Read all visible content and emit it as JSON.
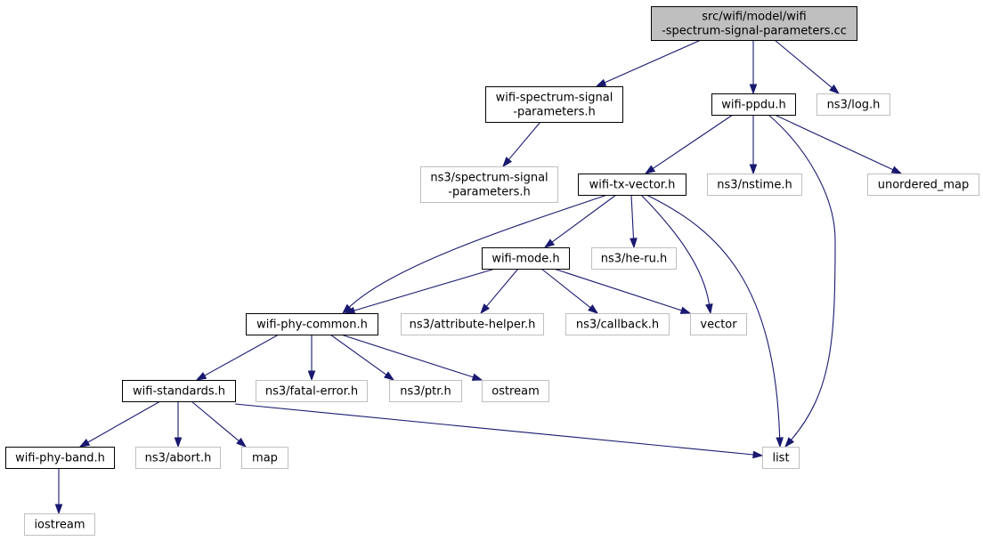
{
  "graph": {
    "nodes": [
      {
        "id": "root",
        "kind": "root",
        "lines": [
          "src/wifi/model/wifi",
          "-spectrum-signal-parameters.cc"
        ]
      },
      {
        "id": "wssp_h",
        "kind": "local",
        "lines": [
          "wifi-spectrum-signal",
          "-parameters.h"
        ]
      },
      {
        "id": "wifi_ppdu",
        "kind": "local",
        "lines": [
          "wifi-ppdu.h"
        ]
      },
      {
        "id": "ns3_log",
        "kind": "ext",
        "lines": [
          "ns3/log.h"
        ]
      },
      {
        "id": "ns3_ssp",
        "kind": "ext",
        "lines": [
          "ns3/spectrum-signal",
          "-parameters.h"
        ]
      },
      {
        "id": "wifi_txv",
        "kind": "local",
        "lines": [
          "wifi-tx-vector.h"
        ]
      },
      {
        "id": "ns3_nstime",
        "kind": "ext",
        "lines": [
          "ns3/nstime.h"
        ]
      },
      {
        "id": "unordered_map",
        "kind": "ext",
        "lines": [
          "unordered_map"
        ]
      },
      {
        "id": "wifi_mode",
        "kind": "local",
        "lines": [
          "wifi-mode.h"
        ]
      },
      {
        "id": "ns3_heru",
        "kind": "ext",
        "lines": [
          "ns3/he-ru.h"
        ]
      },
      {
        "id": "wifi_phy_common",
        "kind": "local",
        "lines": [
          "wifi-phy-common.h"
        ]
      },
      {
        "id": "ns3_attr",
        "kind": "ext",
        "lines": [
          "ns3/attribute-helper.h"
        ]
      },
      {
        "id": "ns3_callback",
        "kind": "ext",
        "lines": [
          "ns3/callback.h"
        ]
      },
      {
        "id": "vector",
        "kind": "ext",
        "lines": [
          "vector"
        ]
      },
      {
        "id": "wifi_standards",
        "kind": "local",
        "lines": [
          "wifi-standards.h"
        ]
      },
      {
        "id": "ns3_fatal",
        "kind": "ext",
        "lines": [
          "ns3/fatal-error.h"
        ]
      },
      {
        "id": "ns3_ptr",
        "kind": "ext",
        "lines": [
          "ns3/ptr.h"
        ]
      },
      {
        "id": "ostream",
        "kind": "ext",
        "lines": [
          "ostream"
        ]
      },
      {
        "id": "wifi_phy_band",
        "kind": "local",
        "lines": [
          "wifi-phy-band.h"
        ]
      },
      {
        "id": "ns3_abort",
        "kind": "ext",
        "lines": [
          "ns3/abort.h"
        ]
      },
      {
        "id": "map",
        "kind": "ext",
        "lines": [
          "map"
        ]
      },
      {
        "id": "list",
        "kind": "ext",
        "lines": [
          "list"
        ]
      },
      {
        "id": "iostream",
        "kind": "ext",
        "lines": [
          "iostream"
        ]
      }
    ],
    "edges": [
      [
        "root",
        "wssp_h"
      ],
      [
        "root",
        "wifi_ppdu"
      ],
      [
        "root",
        "ns3_log"
      ],
      [
        "wssp_h",
        "ns3_ssp"
      ],
      [
        "wifi_ppdu",
        "wifi_txv"
      ],
      [
        "wifi_ppdu",
        "ns3_nstime"
      ],
      [
        "wifi_ppdu",
        "unordered_map"
      ],
      [
        "wifi_ppdu",
        "list"
      ],
      [
        "wifi_txv",
        "wifi_mode"
      ],
      [
        "wifi_txv",
        "ns3_heru"
      ],
      [
        "wifi_txv",
        "wifi_phy_common"
      ],
      [
        "wifi_txv",
        "vector"
      ],
      [
        "wifi_txv",
        "list"
      ],
      [
        "wifi_mode",
        "wifi_phy_common"
      ],
      [
        "wifi_mode",
        "ns3_attr"
      ],
      [
        "wifi_mode",
        "ns3_callback"
      ],
      [
        "wifi_mode",
        "vector"
      ],
      [
        "wifi_phy_common",
        "wifi_standards"
      ],
      [
        "wifi_phy_common",
        "ns3_fatal"
      ],
      [
        "wifi_phy_common",
        "ns3_ptr"
      ],
      [
        "wifi_phy_common",
        "ostream"
      ],
      [
        "wifi_standards",
        "wifi_phy_band"
      ],
      [
        "wifi_standards",
        "ns3_abort"
      ],
      [
        "wifi_standards",
        "map"
      ],
      [
        "wifi_standards",
        "list"
      ],
      [
        "wifi_phy_band",
        "iostream"
      ]
    ]
  }
}
